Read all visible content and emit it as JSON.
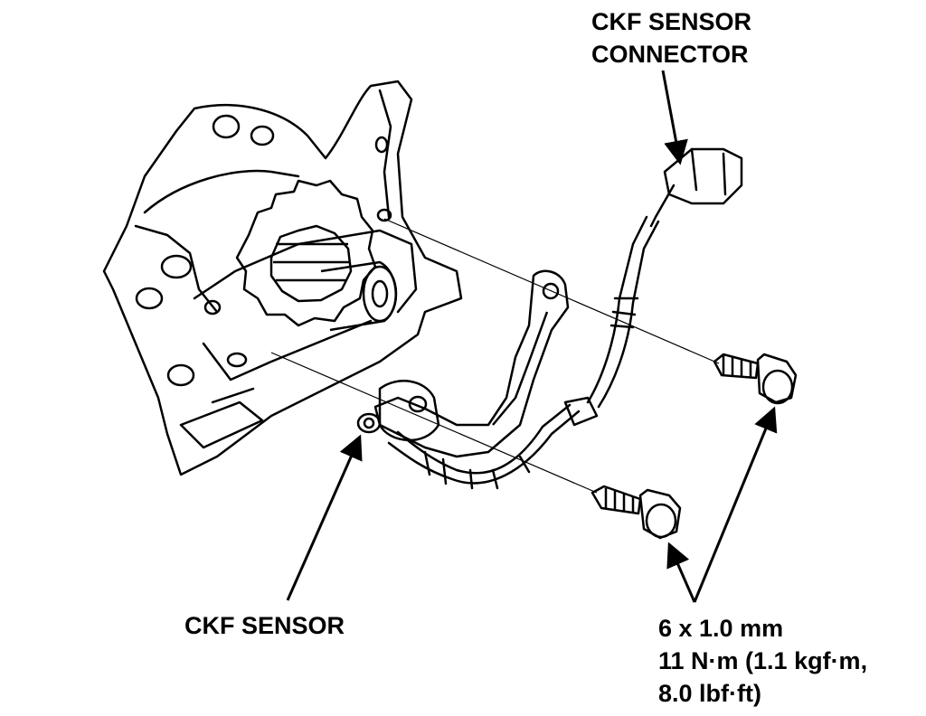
{
  "labels": {
    "connector_line1": "CKF SENSOR",
    "connector_line2": "CONNECTOR",
    "sensor": "CKF SENSOR",
    "spec_line1": "6 x 1.0 mm",
    "spec_line2": "11 N·m (1.1 kgf·m,",
    "spec_line3": "8.0 lbf·ft)"
  },
  "colors": {
    "ink": "#000000",
    "paper": "#ffffff"
  }
}
